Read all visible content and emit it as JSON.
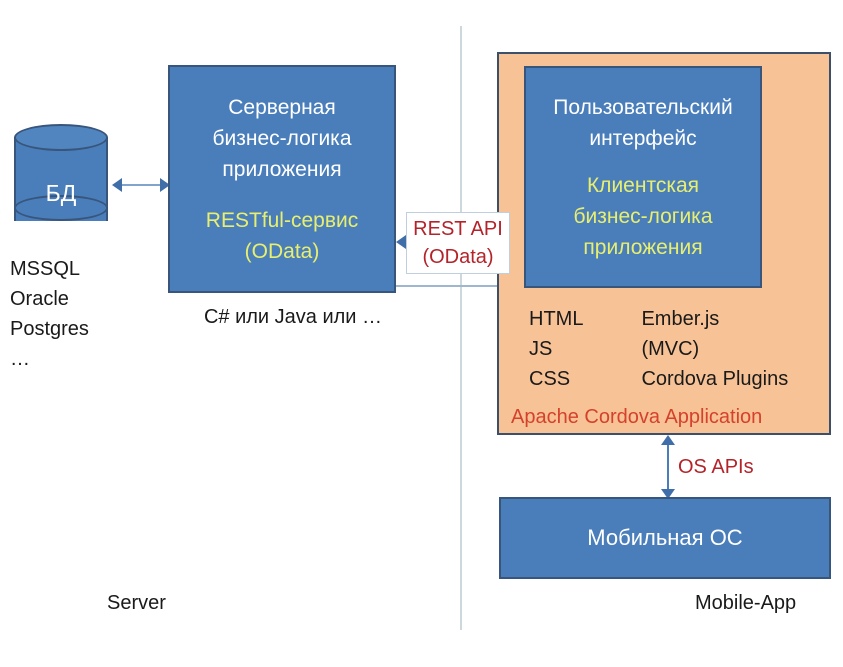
{
  "diagram": {
    "title": "Mobile application architecture (Server / Mobile-App)",
    "colors": {
      "box_blue": "#4a7ebb",
      "box_border": "#38567c",
      "panel_orange": "#f7c396",
      "panel_border": "#3c4f6b",
      "accent_yellow": "#e8ef6e",
      "accent_red": "#b4232a",
      "cordova_red": "#d5412b",
      "arrow_blue": "#4a7ebb",
      "divider_gray": "#cdd8dd",
      "text_dark": "#1a1a1a",
      "text_white": "#ffffff"
    }
  },
  "database": {
    "label": "БД",
    "stack": [
      "MSSQL",
      "Oracle",
      "Postgres",
      "…"
    ]
  },
  "server": {
    "box_title_lines": [
      "Серверная",
      "бизнес-логика",
      "приложения"
    ],
    "box_sub_lines": [
      "RESTful-сервис",
      "(OData)"
    ],
    "language_note": "C# или Java или …",
    "zone_caption": "Server"
  },
  "connector": {
    "rest_api_lines": [
      "REST API",
      "(OData)"
    ],
    "os_apis_label": "OS APIs"
  },
  "client": {
    "panel_title": "Apache Cordova Application",
    "box_title_lines": [
      "Пользовательский",
      "интерфейс"
    ],
    "box_sub_lines": [
      "Клиентская",
      "бизнес-логика",
      "приложения"
    ],
    "tech_left": [
      "HTML",
      "JS",
      "CSS"
    ],
    "tech_right": [
      "Ember.js",
      "(MVC)",
      "Cordova Plugins"
    ],
    "mobile_os_label": "Мобильная ОС",
    "zone_caption": "Mobile-App"
  }
}
